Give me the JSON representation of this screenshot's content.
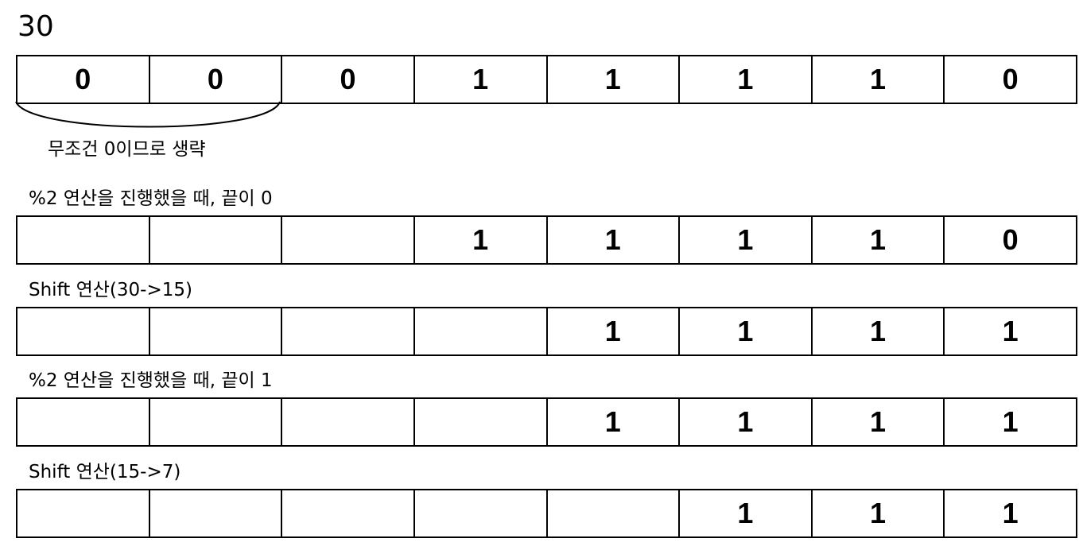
{
  "number": "30",
  "omit_note": "무조건 0이므로 생략",
  "steps": [
    {
      "caption": "",
      "bits": [
        "0",
        "0",
        "0",
        "1",
        "1",
        "1",
        "1",
        "0"
      ]
    },
    {
      "caption": "%2 연산을 진행했을 때, 끝이 0",
      "bits": [
        "",
        "",
        "",
        "1",
        "1",
        "1",
        "1",
        "0"
      ]
    },
    {
      "caption": "Shift 연산(30->15)",
      "bits": [
        "",
        "",
        "",
        "",
        "1",
        "1",
        "1",
        "1"
      ]
    },
    {
      "caption": "%2 연산을 진행했을 때, 끝이 1",
      "bits": [
        "",
        "",
        "",
        "",
        "1",
        "1",
        "1",
        "1"
      ]
    },
    {
      "caption": "Shift 연산(15->7)",
      "bits": [
        "",
        "",
        "",
        "",
        "",
        "1",
        "1",
        "1"
      ]
    }
  ]
}
